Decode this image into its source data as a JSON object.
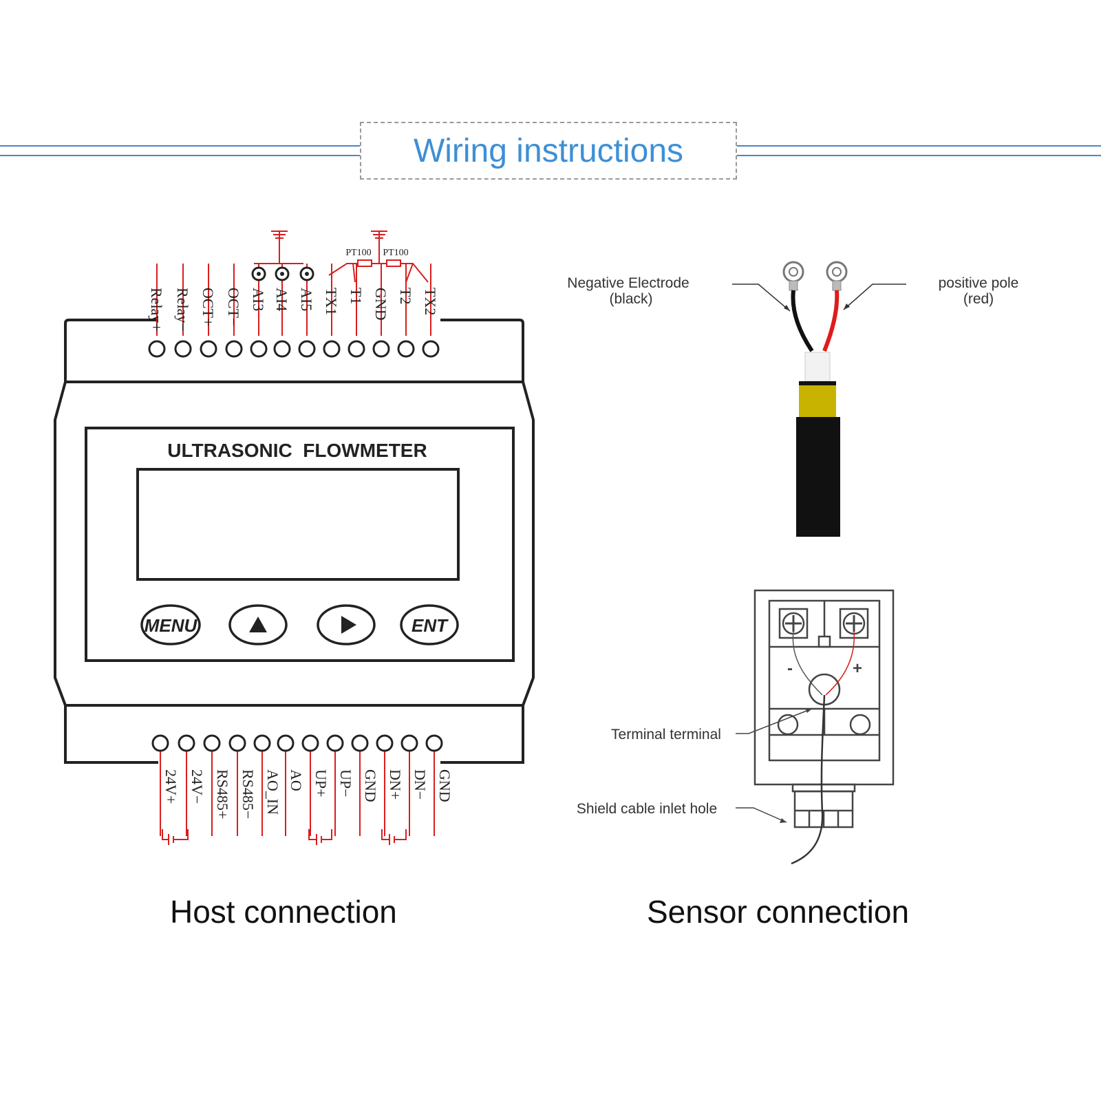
{
  "header": {
    "title": "Wiring instructions"
  },
  "colors": {
    "accent_blue": "#3d8fd6",
    "rule_blue": "#4a86c5",
    "wire_red": "#d81e1e",
    "cable_black": "#111111",
    "tube_yellow": "#c8b400"
  },
  "host": {
    "caption": "Host connection",
    "device_label": "ULTRASONIC  FLOWMETER",
    "buttons": {
      "menu": "MENU",
      "up": "▲",
      "right": "▶",
      "ent": "ENT"
    },
    "top_terminals": [
      "Relay+",
      "Relay−",
      "OCT+",
      "OCT−",
      "AI3",
      "AI4",
      "AI5",
      "TX1",
      "T1",
      "GND",
      "T2",
      "TX2"
    ],
    "top_resistor_labels": [
      "PT100",
      "PT100"
    ],
    "bottom_terminals": [
      "24V+",
      "24V−",
      "RS485+",
      "RS485−",
      "AO_IN",
      "AO",
      "UP+",
      "UP−",
      "GND",
      "DN+",
      "DN−",
      "GND"
    ]
  },
  "sensor": {
    "caption": "Sensor connection",
    "negative_label_line1": "Negative Electrode",
    "negative_label_line2": "(black)",
    "positive_label_line1": "positive pole",
    "positive_label_line2": "(red)",
    "terminal_label": "Terminal terminal",
    "shield_label": "Shield cable inlet hole",
    "minus_sign": "-",
    "plus_sign": "+"
  }
}
